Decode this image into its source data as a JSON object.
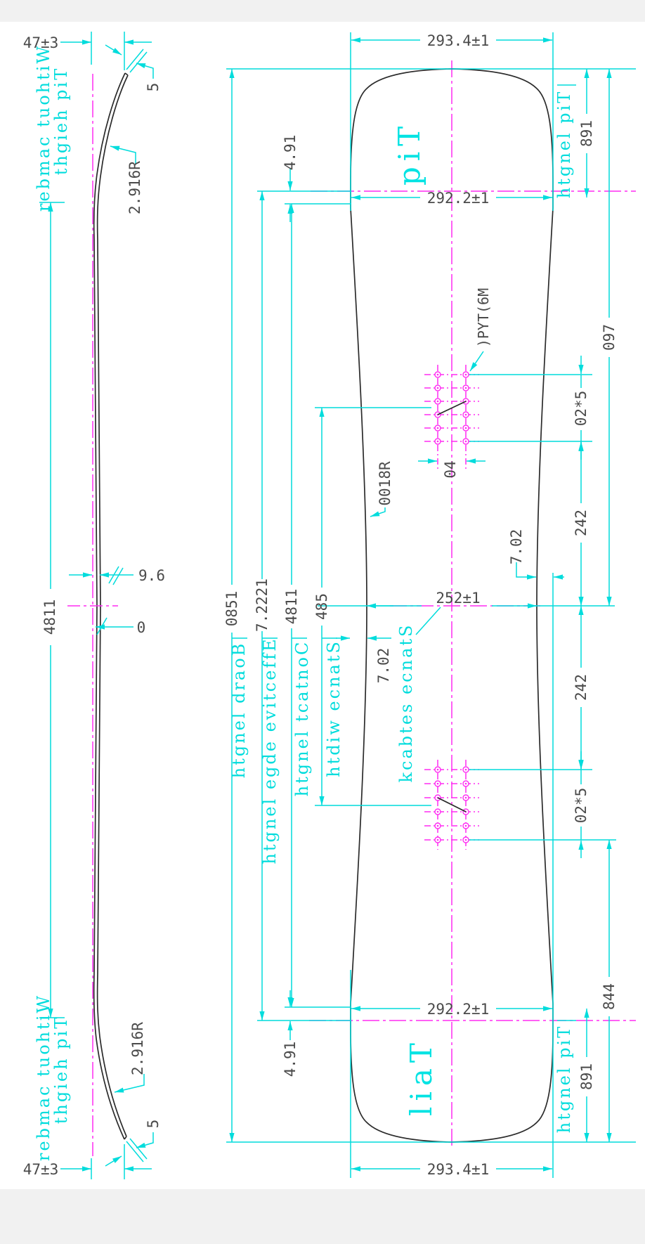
{
  "drawing_type": "snowboard technical drawing",
  "colors": {
    "dimension_cyan": "#00dcdc",
    "centerline_magenta": "#ff2bf2",
    "outline_dark": "#2b2b2b",
    "dimension_text_gray": "#4a4a4a",
    "page_white": "#ffffff",
    "canvas_gray": "#f1f1f1"
  },
  "side_view": {
    "tip_height_top": "47±3",
    "tip_height_bottom": "47±3",
    "tip_note_line1_top": "Tip height",
    "tip_note_line2_top": "Without camber",
    "tip_note_line1_bottom": "Tip height",
    "tip_note_line2_bottom": "Without camber",
    "tip_thickness_top": "5",
    "tip_thickness_bottom": "5",
    "tip_radius_top": "R619.2",
    "tail_radius_bottom": "R619.2",
    "camber_height": "9.6",
    "camber_zero": "0",
    "running_length": "1184"
  },
  "top_view": {
    "tip_label": "Tip",
    "tail_label": "Tail",
    "nose_width": "293.4±1",
    "tail_width": "293.4±1",
    "nose_contact_width": "292.2±1",
    "tail_contact_width": "292.2±1",
    "waist_width": "252±1",
    "sidecut_radius": "R8100",
    "insert_spec": "M6(TYP)",
    "insert_row_pattern_top": "5*20",
    "insert_row_pattern_bottom": "5*20",
    "insert_col_spacing": "40",
    "edge_offset_top": "19.4",
    "edge_offset_bottom": "19.4",
    "sidecut_depth_left": "20.7",
    "sidecut_depth_right": "20.7",
    "tip_length_top": "198",
    "tip_length_bottom": "198",
    "tip_length_label_top": "Tip length",
    "tip_length_label_bottom": "Tip length",
    "nose_to_waist": "790",
    "insert_to_waist_top": "242",
    "insert_to_waist_bottom": "242",
    "tail_to_insert": "448",
    "stance_width": "584",
    "stance_width_label": "Stance width",
    "contact_length": "1184",
    "contact_length_label": "Contact length",
    "effective_edge_length": "1222.7",
    "effective_edge_label": "Effective edge length",
    "board_length": "1580",
    "board_length_label": "Board length",
    "stance_setback_label": "Stance setback"
  }
}
